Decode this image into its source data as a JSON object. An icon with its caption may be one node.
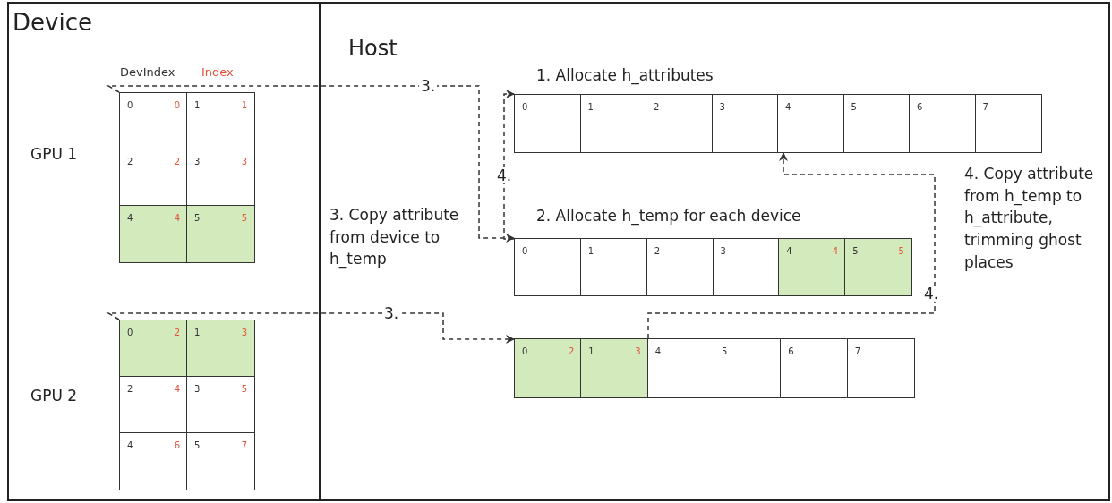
{
  "diagram": {
    "nodes": [
      {
        "text": [
          "Device"
        ]
      },
      {
        "text": [],
        "shape": "box",
        "in": 0,
        "beside": [
          "GPU 1"
        ]
      },
      {
        "text": [
          "0",
          "0"
        ],
        "in": 1
      },
      {
        "text": [
          "1",
          "1"
        ],
        "in": 1
      },
      {
        "text": [
          "2",
          "2"
        ],
        "in": 1
      },
      {
        "text": [
          "3",
          "3"
        ],
        "in": 1
      },
      {
        "text": [
          "4",
          "4"
        ],
        "in": 1
      },
      {
        "text": [
          "5",
          "5"
        ],
        "in": 1
      },
      {
        "text": [],
        "shape": "box",
        "in": 0,
        "beside": [
          "GPU 2"
        ]
      },
      {
        "text": [
          "0",
          "2"
        ],
        "in": 8
      },
      {
        "text": [
          "1",
          "3"
        ],
        "in": 8
      },
      {
        "text": [
          "2",
          "4"
        ],
        "in": 8
      },
      {
        "text": [
          "3",
          "5"
        ],
        "in": 8
      },
      {
        "text": [
          "4",
          "6"
        ],
        "in": 8
      },
      {
        "text": [
          "5",
          "7"
        ],
        "in": 8
      },
      {
        "text": [
          "Host"
        ]
      },
      {
        "text": [
          "1. Allocate h_attributes"
        ],
        "in": 15
      },
      {
        "text": [
          "0"
        ],
        "in": 16
      },
      {
        "text": [
          "1"
        ],
        "in": 16
      },
      {
        "text": [
          "2"
        ],
        "in": 16
      },
      {
        "text": [
          "3"
        ],
        "in": 16
      },
      {
        "text": [
          "4"
        ],
        "in": 16
      },
      {
        "text": [
          "5"
        ],
        "in": 16
      },
      {
        "text": [
          "6"
        ],
        "in": 16
      },
      {
        "text": [
          "7"
        ],
        "in": 16
      },
      {
        "text": [
          "2. Allocate h_temp for each device"
        ],
        "in": 15
      },
      {
        "text": [
          "0"
        ],
        "in": 25
      },
      {
        "text": [
          "1"
        ],
        "in": 25
      },
      {
        "text": [
          "2"
        ],
        "in": 25
      },
      {
        "text": [
          "3"
        ],
        "in": 25
      },
      {
        "text": [
          "4",
          "4"
        ],
        "in": 25
      },
      {
        "text": [
          "5",
          "5"
        ],
        "in": 25
      },
      {
        "text": [],
        "shape": "box",
        "in": 15
      },
      {
        "text": [
          "0",
          "2"
        ],
        "in": 32
      },
      {
        "text": [
          "1",
          "3"
        ],
        "in": 32
      },
      {
        "text": [
          "4"
        ],
        "in": 32
      },
      {
        "text": [
          "5"
        ],
        "in": 32
      },
      {
        "text": [
          "6"
        ],
        "in": 32
      },
      {
        "text": [
          "7"
        ],
        "in": 32
      }
    ],
    "edges": [
      {
        "from": 1,
        "to": 25,
        "arrow": "to",
        "label": "3.",
        "style": "dashed"
      },
      {
        "from": 25,
        "to": 16,
        "arrow": "to",
        "label": "4.",
        "style": "dashed"
      },
      {
        "from": 8,
        "to": 32,
        "arrow": "to",
        "label": "3.",
        "style": "dashed"
      },
      {
        "from": 32,
        "to": 16,
        "arrow": "to",
        "label": "4.",
        "style": "dashed"
      }
    ],
    "labels": [
      "DevIndex",
      "Index",
      "3. Copy attribute from device to h_temp",
      "4. Copy attribute from h_temp to h_attribute, trimming ghost places"
    ]
  }
}
